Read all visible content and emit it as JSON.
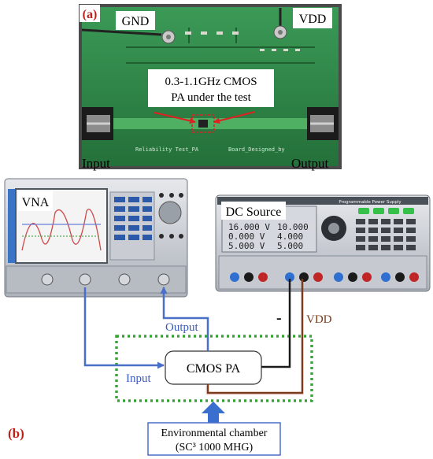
{
  "panel_a": {
    "tag": "(a)",
    "gnd": "GND",
    "vdd": "VDD",
    "pa_caption_line1": "0.3-1.1GHz CMOS",
    "pa_caption_line2": "PA under the test",
    "input": "Input",
    "output": "Output",
    "silkscreen_left": "Reliability Test_PA",
    "silkscreen_right": "Board_Designed_by"
  },
  "panel_b": {
    "tag": "(b)",
    "vna": "VNA",
    "dc_source": "DC Source",
    "dc_header": "Programmable Power Supply",
    "dc_readouts": [
      "16.000 V",
      "10.000",
      "0.000 V",
      "4.000",
      "5.000 V",
      "5.000"
    ],
    "output_signal": "Output",
    "input_signal": "Input",
    "minus": "-",
    "vdd": "VDD",
    "cmos_pa": "CMOS PA",
    "chamber_line1": "Environmental chamber",
    "chamber_line2": "(SC³ 1000 MHG)"
  },
  "colors": {
    "pcb_green": "#2f8a4a",
    "signal_blue": "#4a6fc8",
    "vdd_brown": "#7a3a1c",
    "chamber_dots": "#3aa33a",
    "tag_red": "#c0201a",
    "arrow_red": "#e02020"
  }
}
